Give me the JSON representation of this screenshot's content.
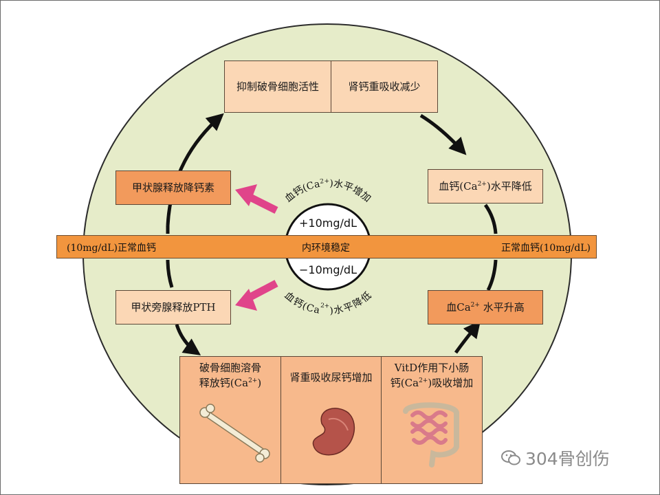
{
  "top_left_box": "抑制破骨细胞活性",
  "top_right_box": "肾钙重吸收减少",
  "right_upper_box": {
    "pre": "血钙(Ca",
    "sup": "2+",
    "post": ")水平降低"
  },
  "left_upper_box": "甲状腺释放降钙素",
  "center": {
    "upper_arc": {
      "pre": "血钙(Ca",
      "sup": "2+",
      "post": ")水平增加"
    },
    "upper_value": "+10mg/dL",
    "lower_value": "−10mg/dL",
    "lower_arc": {
      "pre": "血钙(Ca",
      "sup": "2+",
      "post": ")水平降低"
    }
  },
  "band": {
    "left": "(10mg/dL)正常血钙",
    "center": "内环境稳定",
    "right": "正常血钙(10mg/dL)"
  },
  "left_lower_box": "甲状旁腺释放PTH",
  "right_lower_box": {
    "pre": "血Ca",
    "sup": "2+",
    "post": " 水平升高"
  },
  "bottom_boxes": {
    "bone": {
      "line1": "破骨细胞溶骨",
      "line2_pre": "释放钙(Ca",
      "sup": "2+",
      "line2_post": ")"
    },
    "kidney": {
      "line1": "肾重吸收尿钙增加"
    },
    "intestine": {
      "line1": "VitD作用下小肠",
      "line2_pre": "钙(Ca",
      "sup": "2+",
      "line2_post": ")吸收增加"
    }
  },
  "watermark": "304骨创伤",
  "colors": {
    "circle_fill": "#e6ecc9",
    "light_box": "#fbd7b5",
    "dark_box": "#f29a5c",
    "band": "#f2953e",
    "pink_arrow": "#e0448a",
    "black_arrow": "#111111"
  }
}
